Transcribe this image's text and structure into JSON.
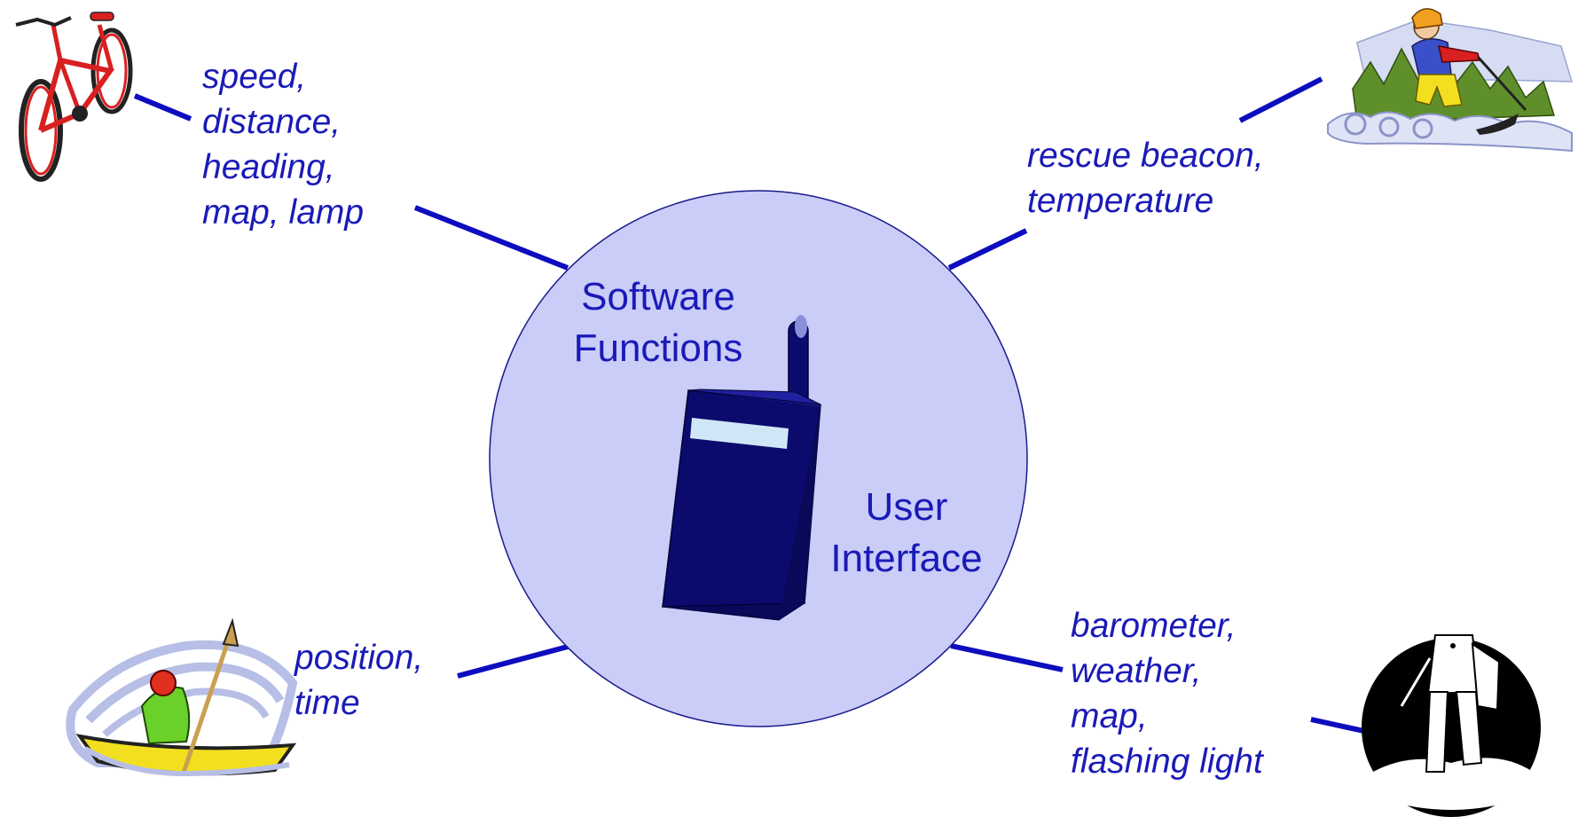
{
  "diagram": {
    "center": {
      "lines": [
        "Software",
        "Functions"
      ]
    },
    "device_label": {
      "lines": [
        "User",
        "Interface"
      ]
    },
    "activities": [
      {
        "id": "cycling",
        "icon": "bicycle-icon",
        "lines": [
          "speed,",
          "distance,",
          "heading,",
          "map, lamp"
        ]
      },
      {
        "id": "skiing",
        "icon": "skier-icon",
        "lines": [
          "rescue beacon,",
          "temperature"
        ]
      },
      {
        "id": "kayaking",
        "icon": "kayaker-icon",
        "lines": [
          "position,",
          "time"
        ]
      },
      {
        "id": "hiking",
        "icon": "hiker-icon",
        "lines": [
          "barometer,",
          "weather,",
          "map,",
          "flashing light"
        ]
      }
    ]
  },
  "colors": {
    "text": "#1a1ab8",
    "connector": "#0d0dbf",
    "circle_fill": "#c9cdf7",
    "circle_stroke": "#1a1a8c",
    "device_body": "#0b0b6e",
    "device_side": "#09095a",
    "device_screen": "#cfe6f7"
  }
}
